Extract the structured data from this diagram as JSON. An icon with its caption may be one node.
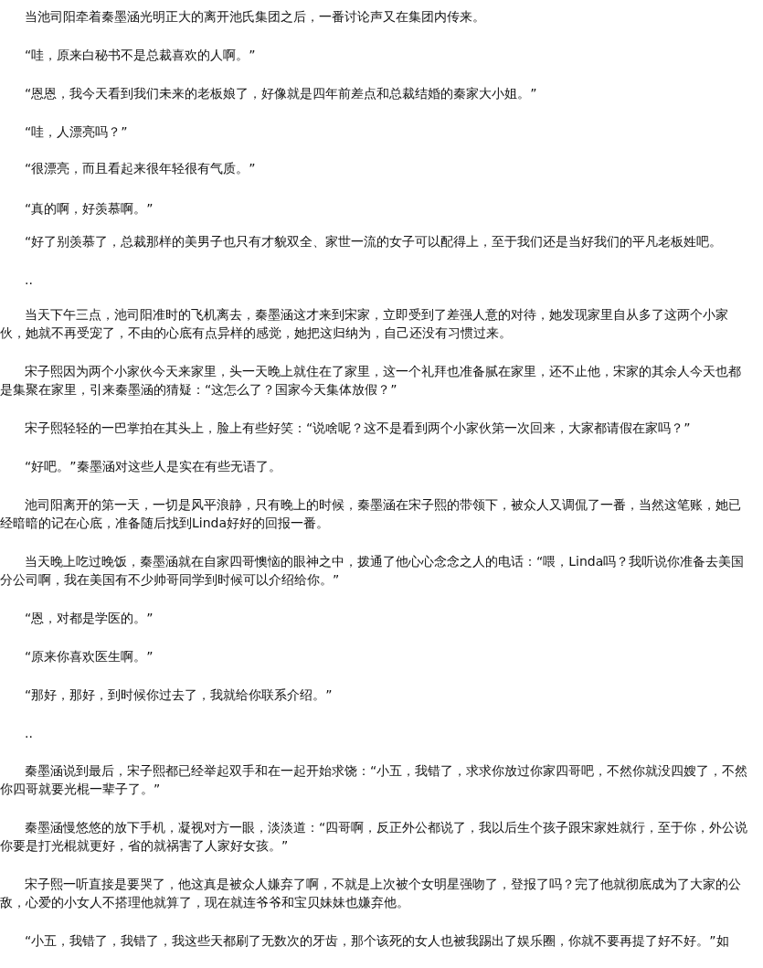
{
  "diagram": {
    "labels": [
      "当池司阳牵着秦墨涵光明正大的离开池氏集团之后，一番讨论声又在集团内传来。",
      "“哇，原来白秘书不是总裁喜欢的人啊。”",
      "“恩恩，我今天看到我们未来的老板娘了，好像就是四年前差点和总裁结婚的秦家大小姐。”",
      "“哇，人漂亮吗？”",
      "“很漂亮，而且看起来很年轻很有气质。”",
      "“真的啊，好羡慕啊。”",
      "“好了别羡慕了，总裁那样的美男子也只有才貌双全、家世一流的女子可以配得上，至于我们还是当好我们的平凡老板姓吧。",
      "..",
      "当天下午三点，池司阳准时的飞机离去，秦墨涵这才来到宋家，立即受到了差强人意的对待，她发现家里自从多了这两个小家伙，她就不再受宠了，不由的心底有点异样的感觉，她把这归纳为，自己还没有习惯过来。",
      "宋子熙因为两个小家伙今天来家里，头一天晚上就住在了家里，这一个礼拜也准备腻在家里，还不止他，宋家的其余人今天也都是集聚在家里，引来秦墨涵的猜疑：“这怎么了？国家今天集体放假？”",
      "宋子熙轻轻的一巴掌拍在其头上，脸上有些好笑：“说啥呢？这不是看到两个小家伙第一次回来，大家都请假在家吗？”",
      "“好吧。”秦墨涵对这些人是实在有些无语了。",
      "池司阳离开的第一天，一切是风平浪静，只有晚上的时候，秦墨涵在宋子熙的带领下，被众人又调侃了一番，当然这笔账，她已经暗暗的记在心底，准备随后找到Linda好好的回报一番。",
      "当天晚上吃过晚饭，秦墨涵就在自家四哥懊恼的眼神之中，拨通了他心心念念之人的电话：“喂，Linda吗？我听说你准备去美国分公司啊，我在美国有不少帅哥同学到时候可以介绍给你。”",
      "“恩，对都是学医的。”",
      "“原来你喜欢医生啊。”",
      "“那好，那好，到时候你过去了，我就给你联系介绍。”",
      "..",
      "秦墨涵说到最后，宋子熙都已经举起双手和在一起开始求饶：“小五，我错了，求求你放过你家四哥吧，不然你就没四嫂了，不然你四哥就要光棍一辈子了。”",
      "秦墨涵慢悠悠的放下手机，凝视对方一眼，淡淡道：“四哥啊，反正外公都说了，我以后生个孩子跟宋家姓就行，至于你，外公说你要是打光棍就更好，省的就祸害了人家好女孩。”",
      "宋子熙一听直接是要哭了，他这真是被众人嫌弃了啊，不就是上次被个女明星强吻了，登报了吗？完了他就彻底成为了大家的公敌，心爱的小女人不搭理他就算了，现在就连爷爷和宝贝妹妹也嫌弃他。",
      "“小五，我错了，我错了，我这些天都刷了无数次的牙齿，那个该死的女人也被我踢出了娱乐圈，你就不要再提了好不好。”如"
    ]
  }
}
